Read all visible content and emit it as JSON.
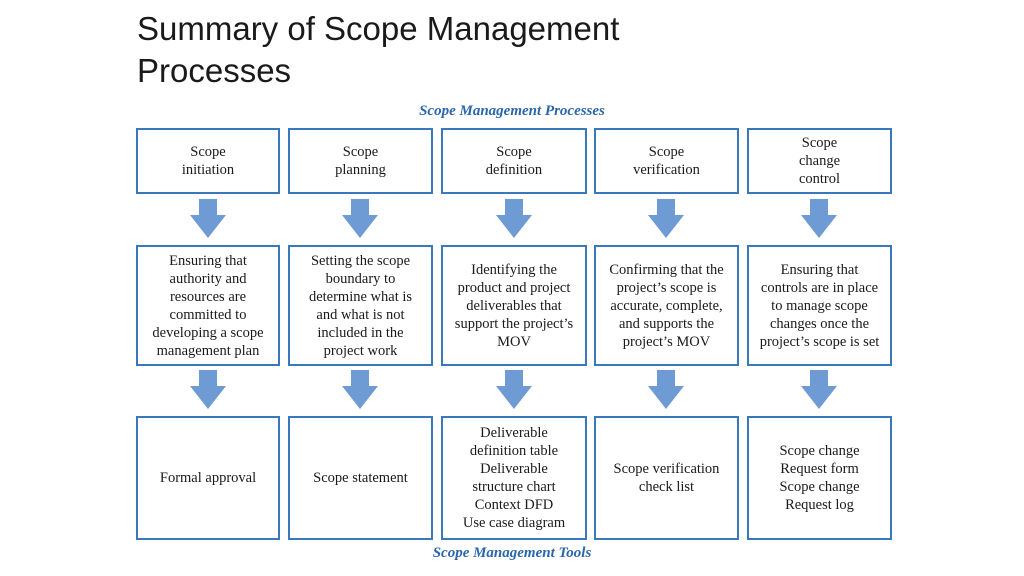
{
  "slide": {
    "title_line1": "Summary of Scope Management",
    "title_line2": "Processes"
  },
  "diagram": {
    "top_caption": "Scope Management Processes",
    "bottom_caption": "Scope Management Tools",
    "processes": [
      "Scope\ninitiation",
      "Scope\nplanning",
      "Scope\ndefinition",
      "Scope\nverification",
      "Scope\nchange\ncontrol"
    ],
    "descriptions": [
      "Ensuring that\nauthority and\nresources are\ncommitted to\ndeveloping a scope\nmanagement plan",
      "Setting the scope\nboundary to\ndetermine what is\nand what is not\nincluded in the\nproject work",
      "Identifying the\nproduct and project\ndeliverables that\nsupport the project’s\nMOV",
      "Confirming that the\nproject’s scope is\naccurate, complete,\nand supports the\nproject’s MOV",
      "Ensuring that\ncontrols are in place\nto manage scope\nchanges once the\nproject’s scope is set"
    ],
    "tools": [
      "Formal approval",
      "Scope statement",
      "Deliverable\ndefinition table\nDeliverable\nstructure chart\nContext DFD\nUse case diagram",
      "Scope verification\ncheck list",
      "Scope change\nRequest form\nScope change\nRequest log"
    ],
    "arrow_color": "#6f9bd4",
    "border_color": "#3a78bd",
    "caption_color": "#2a66ad"
  }
}
